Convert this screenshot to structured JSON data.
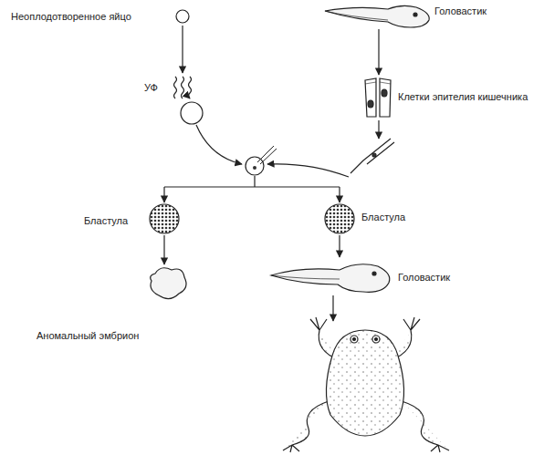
{
  "diagram": {
    "labels": [
      "Неоплодотворенное яйцо",
      "Головастик",
      "УФ",
      "Клетки эпителия кишечника",
      "Бластула",
      "Бластула",
      "Аномальный эмбрион",
      "Головастик"
    ]
  }
}
